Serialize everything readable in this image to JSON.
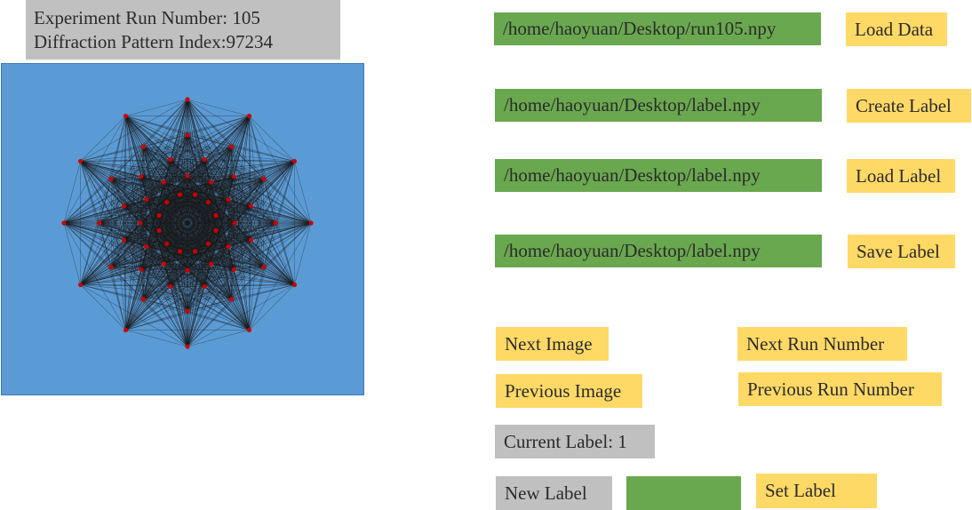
{
  "info": {
    "run_number_text": "Experiment Run Number: 105",
    "pattern_index_text": "Diffraction Pattern Index:97234"
  },
  "image_view": {
    "background_color": "#5b9bd5",
    "dot_color": "#cc0000",
    "line_color": "#1a1a1a"
  },
  "data_file": {
    "path": "/home/haoyuan/Desktop/run105.npy",
    "load_button": "Load Data"
  },
  "create_label": {
    "path": "/home/haoyuan/Desktop/label.npy",
    "button": "Create Label"
  },
  "load_label": {
    "path": "/home/haoyuan/Desktop/label.npy",
    "button": "Load Label"
  },
  "save_label": {
    "path": "/home/haoyuan/Desktop/label.npy",
    "button": "Save Label"
  },
  "navigation": {
    "next_image": "Next Image",
    "previous_image": "Previous Image",
    "next_run": "Next Run Number",
    "previous_run": "Previous Run Number"
  },
  "label": {
    "current_label_text": "Current Label: 1",
    "new_label_text": "New Label",
    "new_label_value": "",
    "set_label_button": "Set Label"
  },
  "colors": {
    "gray": "#c0c0c0",
    "green": "#6aa84f",
    "yellow": "#ffd966"
  }
}
